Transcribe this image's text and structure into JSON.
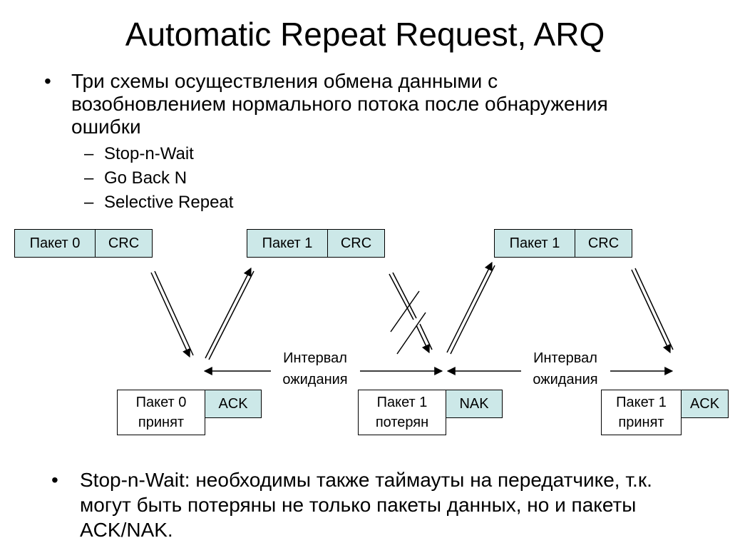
{
  "title": "Automatic Repeat Request, ARQ",
  "bullet_marker": "•",
  "dash_marker": "–",
  "intro": "Три схемы осуществления обмена данными с возобновлением нормального потока после обнаружения ошибки",
  "schemes": [
    "Stop-n-Wait",
    "Go Back N",
    "Selective Repeat"
  ],
  "diagram": {
    "sender_frames": [
      {
        "packet": "Пакет 0",
        "crc": "CRC"
      },
      {
        "packet": "Пакет 1",
        "crc": "CRC"
      },
      {
        "packet": "Пакет 1",
        "crc": "CRC"
      }
    ],
    "receiver_frames": [
      {
        "line1": "Пакет 0",
        "line2": "принят",
        "reply": "ACK"
      },
      {
        "line1": "Пакет 1",
        "line2": "потерян",
        "reply": "NAK"
      },
      {
        "line1": "Пакет 1",
        "line2": "принят",
        "reply": "ACK"
      }
    ],
    "wait_interval": {
      "line1": "Интервал",
      "line2": "ожидания"
    }
  },
  "note": "Stop-n-Wait: необходимы также таймауты на передатчике, т.к. могут быть потеряны не только пакеты данных, но и пакеты ACK/NAK."
}
